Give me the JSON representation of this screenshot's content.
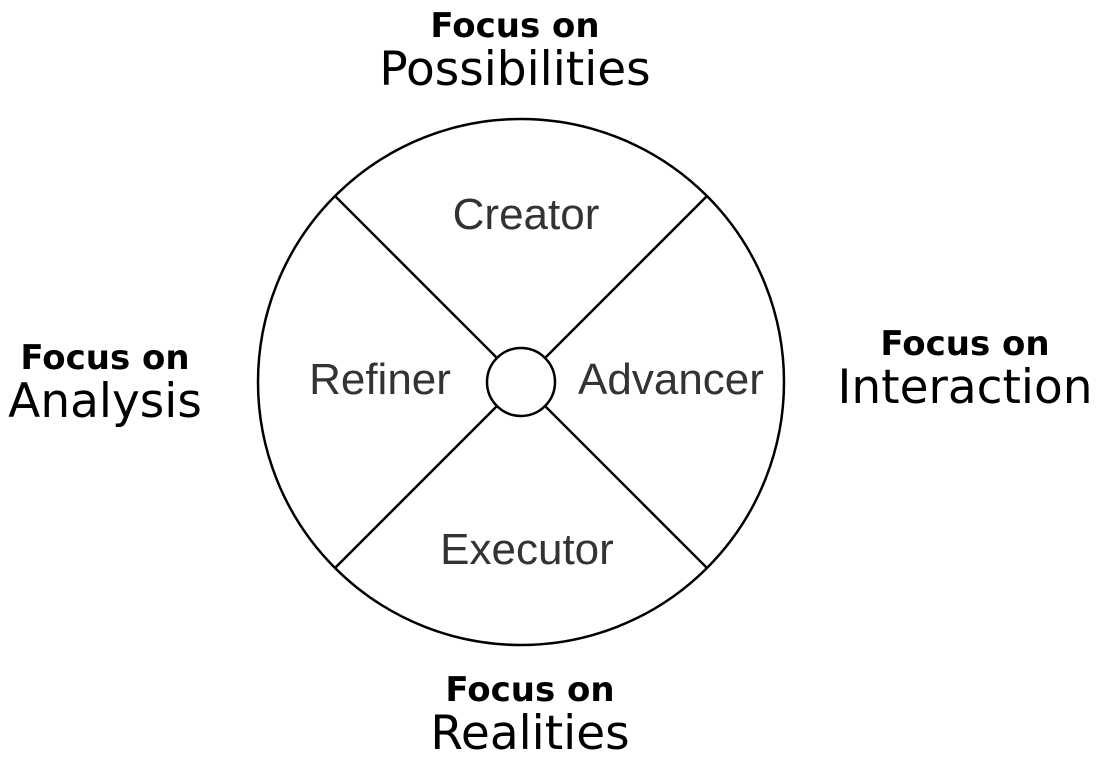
{
  "outer_labels": {
    "top": {
      "lead": "Focus on",
      "main": "Possibilities"
    },
    "right": {
      "lead": "Focus on",
      "main": "Interaction"
    },
    "bottom": {
      "lead": "Focus on",
      "main": "Realities"
    },
    "left": {
      "lead": "Focus on",
      "main": "Analysis"
    }
  },
  "quadrants": {
    "top": "Creator",
    "right": "Advancer",
    "bottom": "Executor",
    "left": "Refiner"
  },
  "colors": {
    "stroke": "#000000",
    "role_text": "#333333",
    "background": "#ffffff"
  }
}
